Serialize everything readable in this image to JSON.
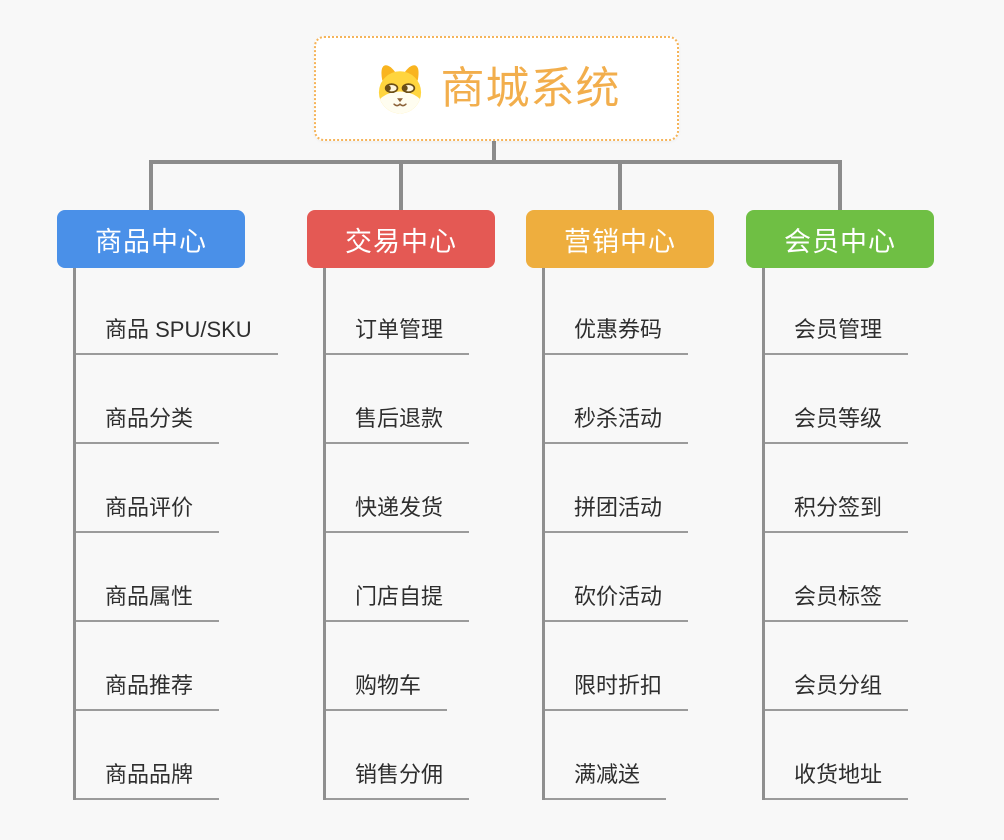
{
  "page": {
    "background": "#f8f8f8",
    "connector_color": "#8c8c8c"
  },
  "root": {
    "title": "商城系统",
    "title_color": "#f2ae4c",
    "border_color": "#f5b45a",
    "icon": "dog-face-icon"
  },
  "branches": [
    {
      "label": "商品中心",
      "color": "#4a90e8",
      "items": [
        "商品 SPU/SKU",
        "商品分类",
        "商品评价",
        "商品属性",
        "商品推荐",
        "商品品牌"
      ]
    },
    {
      "label": "交易中心",
      "color": "#e45954",
      "items": [
        "订单管理",
        "售后退款",
        "快递发货",
        "门店自提",
        "购物车",
        "销售分佣"
      ]
    },
    {
      "label": "营销中心",
      "color": "#eeae3e",
      "items": [
        "优惠券码",
        "秒杀活动",
        "拼团活动",
        "砍价活动",
        "限时折扣",
        "满减送"
      ]
    },
    {
      "label": "会员中心",
      "color": "#6fbf44",
      "items": [
        "会员管理",
        "会员等级",
        "积分签到",
        "会员标签",
        "会员分组",
        "收货地址"
      ]
    }
  ]
}
